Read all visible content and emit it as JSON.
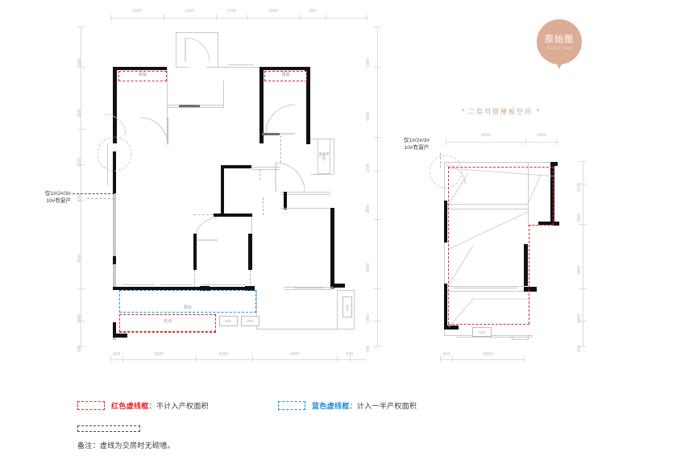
{
  "badge": {
    "cn": "原始图",
    "en": "Original Image",
    "color": "#dcac95"
  },
  "right_panel": {
    "title": "二层可搭楼板空间"
  },
  "annotations": {
    "window_note_line1": "仅1#/2#/3#",
    "window_note_line2": "10#有窗户"
  },
  "main_plan": {
    "top_dims": [
      "3000",
      "2900",
      "1700",
      "3000",
      "900"
    ],
    "bottom_dims": [
      "600",
      "3600",
      "3000",
      "4300",
      "600"
    ],
    "left_dims": [
      "1000",
      "3600",
      "1700",
      "1700",
      "4000",
      "1400",
      "600"
    ],
    "right_dims": [
      "1000",
      "4000",
      "1700",
      "2900",
      "3600",
      "1400",
      "600"
    ],
    "rooms": [
      {
        "label": "飘窗"
      },
      {
        "label": "飘窗"
      },
      {
        "label": "设备平台"
      },
      {
        "label": "阳台"
      },
      {
        "label": "花池"
      }
    ],
    "ac_labels": [
      "A/C",
      "A/C",
      "A/C"
    ]
  },
  "sub_plan": {
    "top_dims": [
      "4200",
      "1450"
    ],
    "bottom_dims": [
      "600",
      "3600"
    ],
    "right_dims": [
      "1700",
      "2900",
      "3600",
      "1400",
      "600"
    ],
    "ac_labels": [
      "A/C"
    ]
  },
  "legend": {
    "red_swatch_label": "红色虚线框",
    "red_text": "：不计入产权面积",
    "blue_swatch_label": "蓝色虚线框",
    "blue_text": "：计入一半产权面积",
    "note": "备注：虚线为交房时无砌墙。",
    "red_color": "#e8262a",
    "blue_color": "#1e90d8"
  }
}
